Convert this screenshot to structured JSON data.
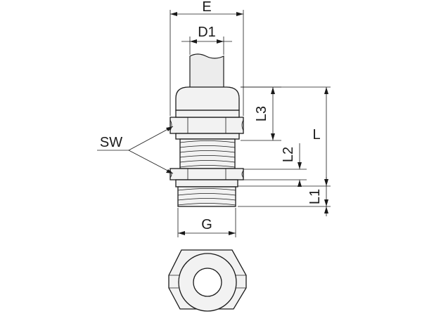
{
  "diagram": {
    "labels": {
      "E": "E",
      "D1": "D1",
      "SW": "SW",
      "L3": "L3",
      "L2": "L2",
      "L": "L",
      "L1": "L1",
      "G": "G"
    },
    "colors": {
      "line": "#1a1a1a",
      "fill": "#f2f2f2",
      "background": "#ffffff"
    }
  }
}
